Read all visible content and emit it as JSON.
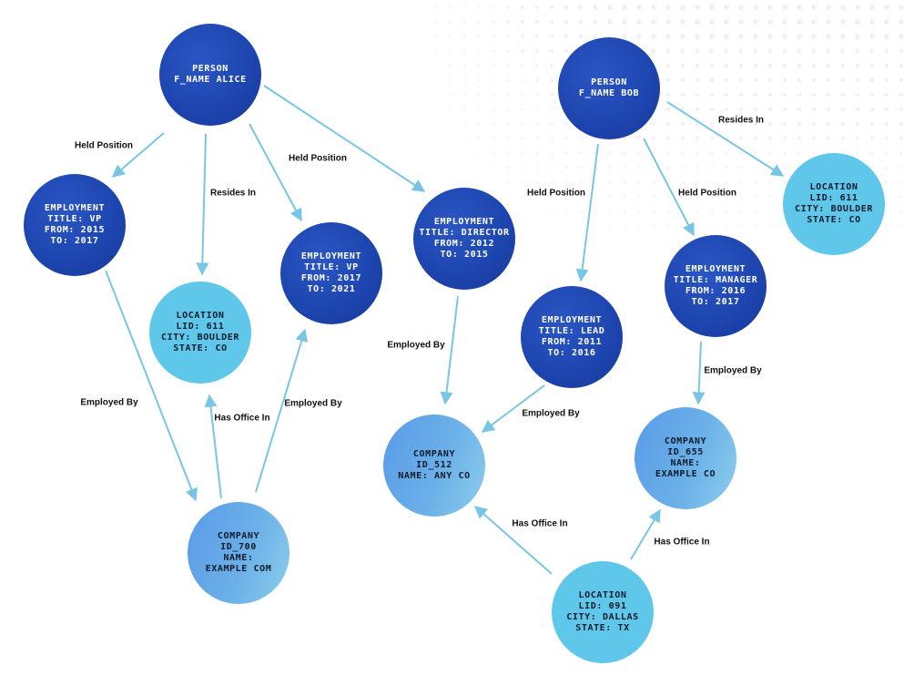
{
  "colors": {
    "person": "#1e46b0",
    "employment": "#1e46b0",
    "location": "#5ec7ea",
    "company": "#6ab0e8",
    "edge": "#79c6e4",
    "background_dots": "#f1f2f5"
  },
  "nodes": {
    "alice": {
      "type": "person",
      "lines": [
        "PERSON",
        "F_NAME ALICE"
      ]
    },
    "bob": {
      "type": "person",
      "lines": [
        "PERSON",
        "F_NAME BOB"
      ]
    },
    "emp_a1": {
      "type": "employment",
      "lines": [
        "EMPLOYMENT",
        "TITLE: VP",
        "FROM: 2015",
        "TO: 2017"
      ]
    },
    "emp_a2": {
      "type": "employment",
      "lines": [
        "EMPLOYMENT",
        "TITLE: VP",
        "FROM: 2017",
        "TO: 2021"
      ]
    },
    "emp_a3": {
      "type": "employment",
      "lines": [
        "EMPLOYMENT",
        "TITLE: DIRECTOR",
        "FROM: 2012",
        "TO: 2015"
      ]
    },
    "emp_b1": {
      "type": "employment",
      "lines": [
        "EMPLOYMENT",
        "TITLE: LEAD",
        "FROM: 2011",
        "TO: 2016"
      ]
    },
    "emp_b2": {
      "type": "employment",
      "lines": [
        "EMPLOYMENT",
        "TITLE: MANAGER",
        "FROM: 2016",
        "TO: 2017"
      ]
    },
    "loc_a": {
      "type": "location",
      "lines": [
        "LOCATION",
        "LID: 611",
        "CITY: BOULDER",
        "STATE: CO"
      ]
    },
    "loc_b": {
      "type": "location",
      "lines": [
        "LOCATION",
        "LID: 611",
        "CITY: BOULDER",
        "STATE: CO"
      ]
    },
    "loc_dal": {
      "type": "location",
      "lines": [
        "LOCATION",
        "LID: 091",
        "CITY: DALLAS",
        "STATE: TX"
      ]
    },
    "co_700": {
      "type": "company",
      "lines": [
        "COMPANY",
        "ID_700",
        "NAME:",
        "EXAMPLE COM"
      ]
    },
    "co_512": {
      "type": "company",
      "lines": [
        "COMPANY",
        "ID_512",
        "NAME: ANY CO"
      ]
    },
    "co_655": {
      "type": "company",
      "lines": [
        "COMPANY",
        "ID_655",
        "NAME:",
        "EXAMPLE CO"
      ]
    }
  },
  "edges": [
    {
      "from": "alice",
      "to": "emp_a1",
      "label": "Held Position"
    },
    {
      "from": "alice",
      "to": "loc_a",
      "label": "Resides In"
    },
    {
      "from": "alice",
      "to": "emp_a2",
      "label": "Held Position"
    },
    {
      "from": "alice",
      "to": "emp_a3",
      "label": ""
    },
    {
      "from": "emp_a1",
      "to": "co_700",
      "label": "Employed By"
    },
    {
      "from": "co_700",
      "to": "loc_a",
      "label": "Has Office In"
    },
    {
      "from": "emp_a2",
      "to": "co_700",
      "label": "Employed By"
    },
    {
      "from": "emp_a3",
      "to": "co_512",
      "label": "Employed By"
    },
    {
      "from": "bob",
      "to": "emp_b1",
      "label": "Held Position"
    },
    {
      "from": "bob",
      "to": "emp_b2",
      "label": "Held Position"
    },
    {
      "from": "bob",
      "to": "loc_b",
      "label": "Resides In"
    },
    {
      "from": "emp_b1",
      "to": "co_512",
      "label": "Employed By"
    },
    {
      "from": "emp_b2",
      "to": "co_655",
      "label": "Employed By"
    },
    {
      "from": "loc_dal",
      "to": "co_512",
      "label": "Has Office In"
    },
    {
      "from": "loc_dal",
      "to": "co_655",
      "label": "Has Office In"
    }
  ]
}
